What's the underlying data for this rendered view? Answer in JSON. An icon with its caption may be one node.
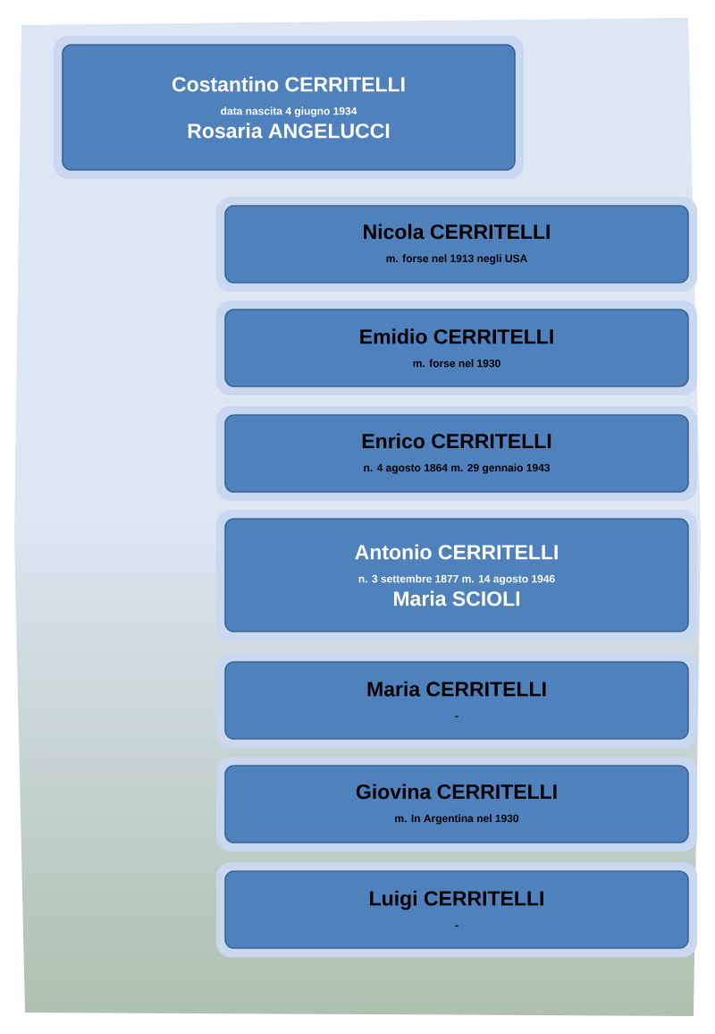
{
  "diagram": {
    "nodes": [
      {
        "text": [
          "Costantino CERRITELLI",
          "data nascita 4 giugno 1934",
          "Rosaria  ANGELUCCI"
        ]
      },
      {
        "text": [
          "Nicola CERRITELLI",
          "m. forse nel 1913 negli USA"
        ]
      },
      {
        "text": [
          "Emidio CERRITELLI",
          "m. forse nel 1930"
        ]
      },
      {
        "text": [
          "Enrico CERRITELLI",
          "n. 4 agosto 1864 m. 29 gennaio 1943"
        ]
      },
      {
        "text": [
          "Antonio CERRITELLI",
          "n.  3 settembre 1877    m.  14 agosto 1946",
          "Maria  SCIOLI"
        ]
      },
      {
        "text": [
          "Maria CERRITELLI",
          "-"
        ]
      },
      {
        "text": [
          "Giovina CERRITELLI",
          "m. In Argentina nel  1930"
        ]
      },
      {
        "text": [
          "Luigi CERRITELLI",
          "-"
        ]
      }
    ]
  }
}
